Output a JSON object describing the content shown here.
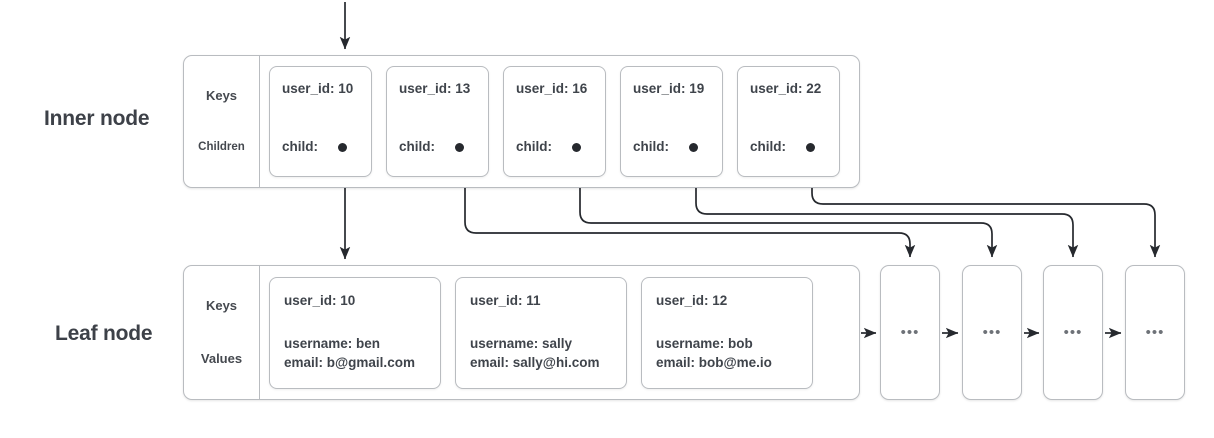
{
  "diagram": {
    "title_labels": {
      "inner": "Inner node",
      "leaf": "Leaf node"
    },
    "colors": {
      "text": "#3f444b",
      "border": "#b9bcc0",
      "connector": "#26292e",
      "background": "#ffffff"
    }
  },
  "inner_node": {
    "gutter": {
      "keys_label": "Keys",
      "children_label": "Children"
    },
    "cells": [
      {
        "key": "user_id: 10",
        "child_label": "child:"
      },
      {
        "key": "user_id: 13",
        "child_label": "child:"
      },
      {
        "key": "user_id: 16",
        "child_label": "child:"
      },
      {
        "key": "user_id: 19",
        "child_label": "child:"
      },
      {
        "key": "user_id: 22",
        "child_label": "child:"
      }
    ]
  },
  "leaf_node": {
    "gutter": {
      "keys_label": "Keys",
      "values_label": "Values"
    },
    "cells": [
      {
        "key": "user_id: 10",
        "username": "username: ben",
        "email": "email: b@gmail.com"
      },
      {
        "key": "user_id: 11",
        "username": "username: sally",
        "email": "email: sally@hi.com"
      },
      {
        "key": "user_id: 12",
        "username": "username: bob",
        "email": "email: bob@me.io"
      }
    ]
  },
  "sibling_nodes": [
    {
      "text": "•••"
    },
    {
      "text": "•••"
    },
    {
      "text": "•••"
    },
    {
      "text": "•••"
    }
  ]
}
